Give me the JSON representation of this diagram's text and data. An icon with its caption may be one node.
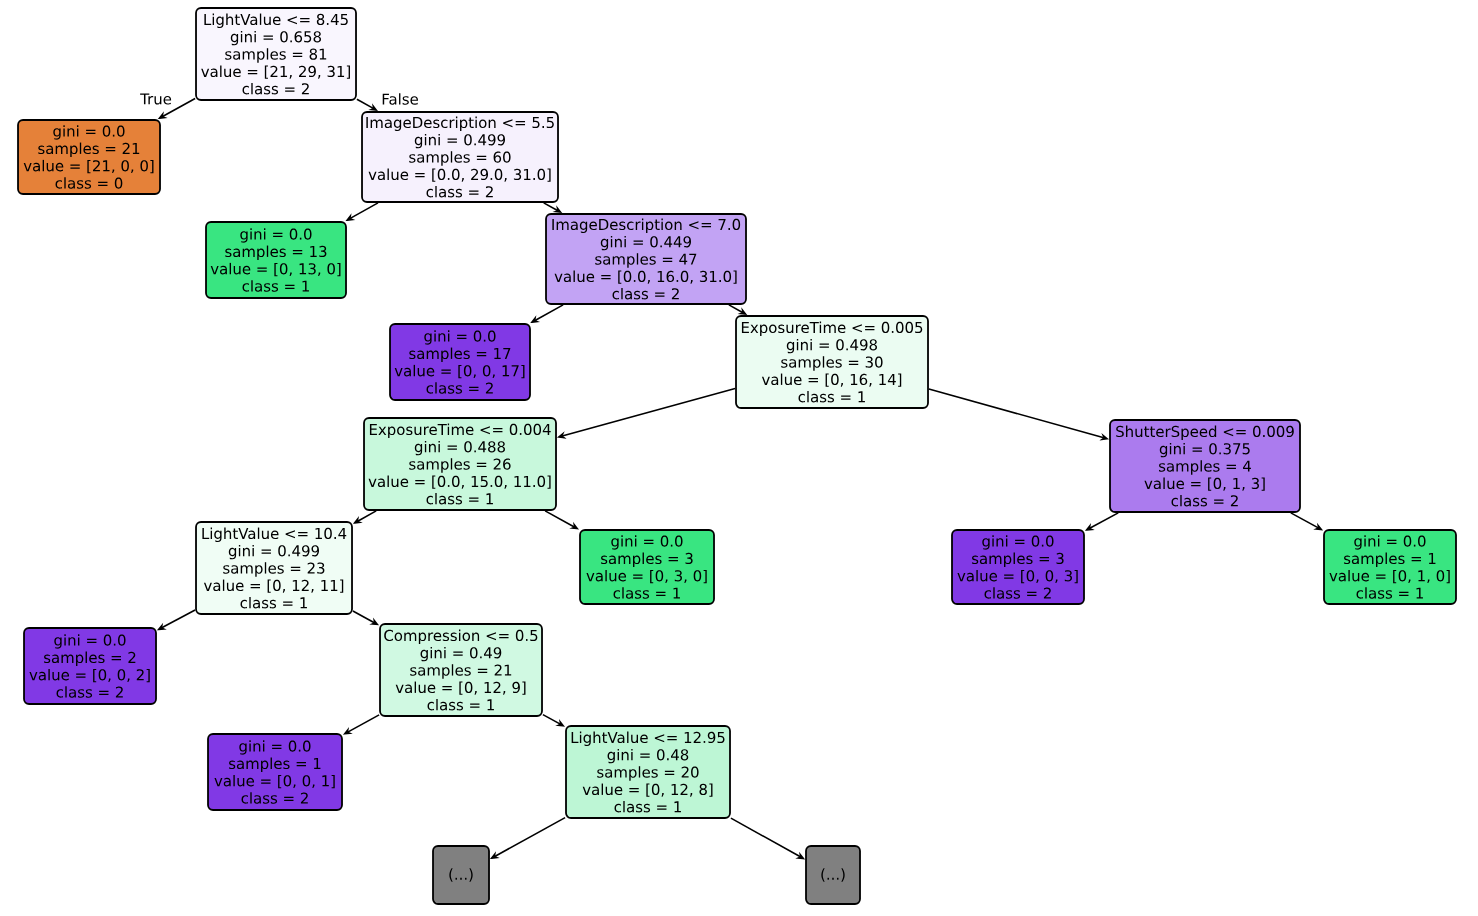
{
  "diagram": {
    "nodes": [
      {
        "text": [
          "LightValue <= 8.45",
          "gini = 0.658",
          "samples = 81",
          "value = [21, 29, 31]",
          "class = 2"
        ]
      },
      {
        "text": [
          "gini = 0.0",
          "samples = 21",
          "value = [21, 0, 0]",
          "class = 0"
        ]
      },
      {
        "text": [
          "ImageDescription <= 5.5",
          "gini = 0.499",
          "samples = 60",
          "value = [0.0, 29.0, 31.0]",
          "class = 2"
        ]
      },
      {
        "text": [
          "gini = 0.0",
          "samples = 13",
          "value = [0, 13, 0]",
          "class = 1"
        ]
      },
      {
        "text": [
          "ImageDescription <= 7.0",
          "gini = 0.449",
          "samples = 47",
          "value = [0.0, 16.0, 31.0]",
          "class = 2"
        ]
      },
      {
        "text": [
          "gini = 0.0",
          "samples = 17",
          "value = [0, 0, 17]",
          "class = 2"
        ]
      },
      {
        "text": [
          "ExposureTime <= 0.005",
          "gini = 0.498",
          "samples = 30",
          "value = [0, 16, 14]",
          "class = 1"
        ]
      },
      {
        "text": [
          "ExposureTime <= 0.004",
          "gini = 0.488",
          "samples = 26",
          "value = [0.0, 15.0, 11.0]",
          "class = 1"
        ]
      },
      {
        "text": [
          "ShutterSpeed <= 0.009",
          "gini = 0.375",
          "samples = 4",
          "value = [0, 1, 3]",
          "class = 2"
        ]
      },
      {
        "text": [
          "LightValue <= 10.4",
          "gini = 0.499",
          "samples = 23",
          "value = [0, 12, 11]",
          "class = 1"
        ]
      },
      {
        "text": [
          "gini = 0.0",
          "samples = 3",
          "value = [0, 3, 0]",
          "class = 1"
        ]
      },
      {
        "text": [
          "gini = 0.0",
          "samples = 3",
          "value = [0, 0, 3]",
          "class = 2"
        ]
      },
      {
        "text": [
          "gini = 0.0",
          "samples = 1",
          "value = [0, 1, 0]",
          "class = 1"
        ]
      },
      {
        "text": [
          "gini = 0.0",
          "samples = 2",
          "value = [0, 0, 2]",
          "class = 2"
        ]
      },
      {
        "text": [
          "Compression <= 0.5",
          "gini = 0.49",
          "samples = 21",
          "value = [0, 12, 9]",
          "class = 1"
        ]
      },
      {
        "text": [
          "gini = 0.0",
          "samples = 1",
          "value = [0, 0, 1]",
          "class = 2"
        ]
      },
      {
        "text": [
          "LightValue <= 12.95",
          "gini = 0.48",
          "samples = 20",
          "value = [0, 12, 8]",
          "class = 1"
        ]
      },
      {
        "text": [
          "(...)"
        ]
      },
      {
        "text": [
          "(...)"
        ]
      }
    ],
    "edges": [
      {
        "from": 0,
        "to": 1,
        "arrow": "to",
        "label": "True"
      },
      {
        "from": 0,
        "to": 2,
        "arrow": "to",
        "label": "False"
      },
      {
        "from": 2,
        "to": 3,
        "arrow": "to"
      },
      {
        "from": 2,
        "to": 4,
        "arrow": "to"
      },
      {
        "from": 4,
        "to": 5,
        "arrow": "to"
      },
      {
        "from": 4,
        "to": 6,
        "arrow": "to"
      },
      {
        "from": 6,
        "to": 7,
        "arrow": "to"
      },
      {
        "from": 6,
        "to": 8,
        "arrow": "to"
      },
      {
        "from": 7,
        "to": 9,
        "arrow": "to"
      },
      {
        "from": 7,
        "to": 10,
        "arrow": "to"
      },
      {
        "from": 8,
        "to": 11,
        "arrow": "to"
      },
      {
        "from": 8,
        "to": 12,
        "arrow": "to"
      },
      {
        "from": 9,
        "to": 13,
        "arrow": "to"
      },
      {
        "from": 9,
        "to": 14,
        "arrow": "to"
      },
      {
        "from": 14,
        "to": 15,
        "arrow": "to"
      },
      {
        "from": 14,
        "to": 16,
        "arrow": "to"
      },
      {
        "from": 16,
        "to": 17,
        "arrow": "to"
      },
      {
        "from": 16,
        "to": 18,
        "arrow": "to"
      }
    ]
  }
}
